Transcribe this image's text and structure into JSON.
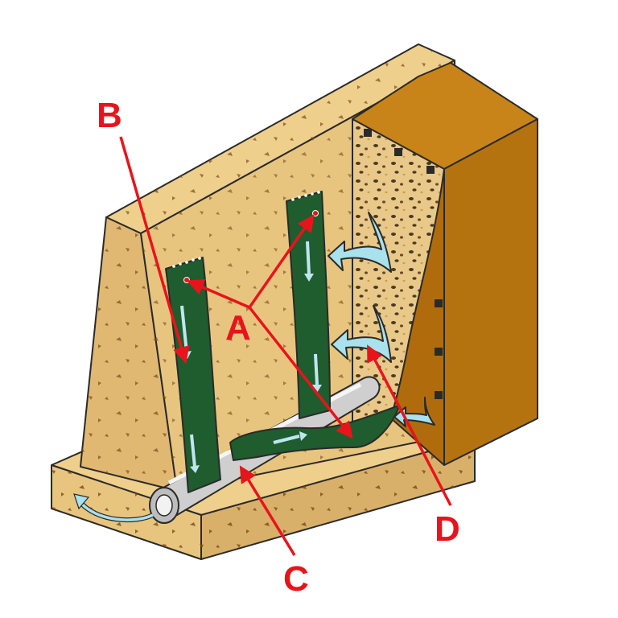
{
  "colors": {
    "wall": "#e8c57f",
    "wall_shade": "#d9b06a",
    "wall_top": "#efcf8c",
    "soil": "#b5730f",
    "soil_top": "#c88419",
    "drain_panel": "#1f5c2e",
    "drain_arrow": "#bfe6f0",
    "pipe": "#cfcfcf",
    "water": "#a9e1ec",
    "callout": "#e8141c"
  },
  "callouts": {
    "a": "A",
    "b": "B",
    "c": "C",
    "d": "D"
  }
}
